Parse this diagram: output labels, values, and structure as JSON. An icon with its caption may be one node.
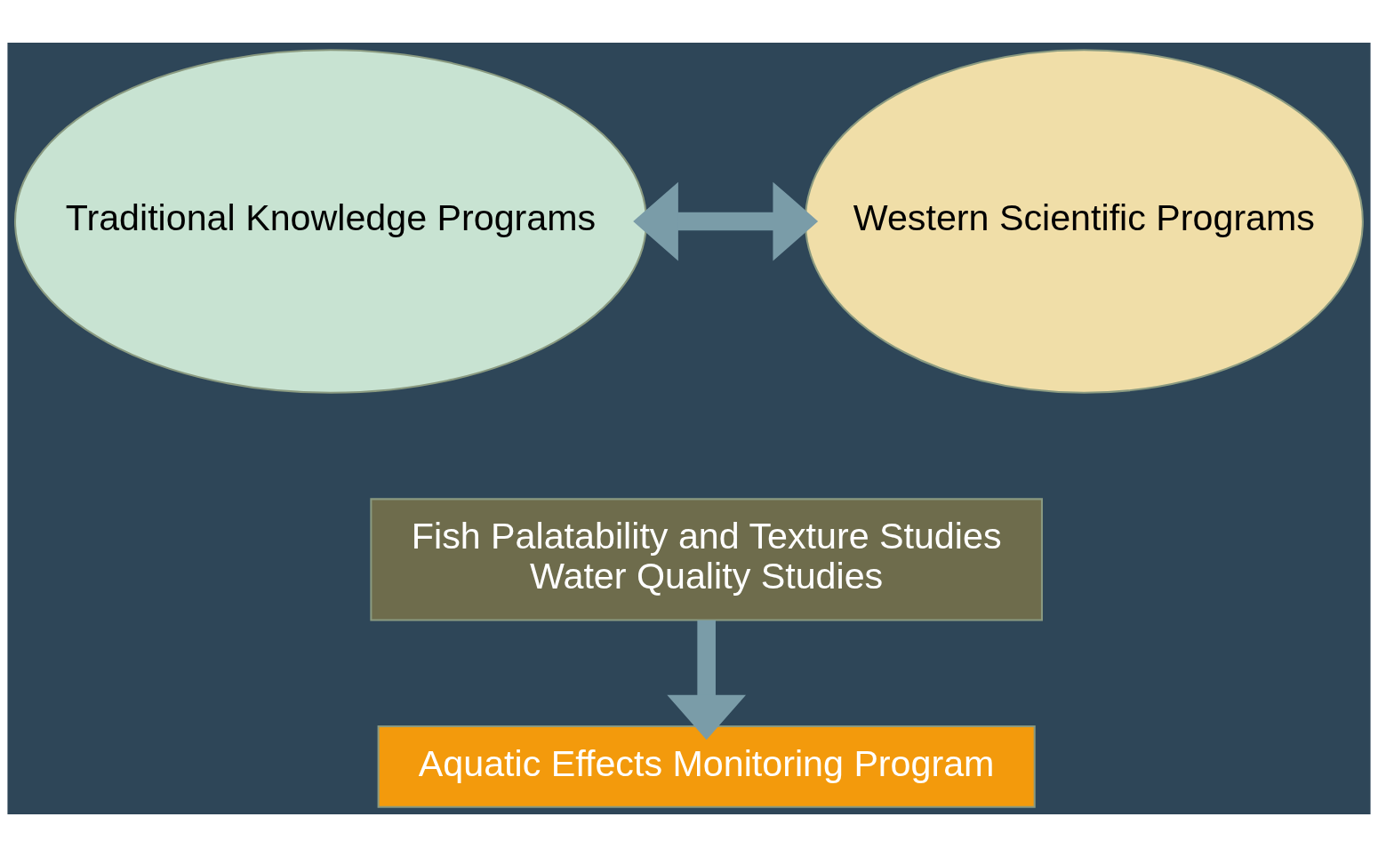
{
  "diagram": {
    "nodes": [
      {
        "text": [
          "Traditional Knowledge Programs"
        ]
      },
      {
        "text": [
          "Western Scientific Programs"
        ]
      },
      {
        "text": [
          "Fish Palatability and Texture Studies",
          "Water Quality Studies"
        ]
      },
      {
        "text": [
          "Aquatic Effects Monitoring Program"
        ]
      }
    ],
    "edges": [
      {
        "from": 0,
        "to": 1,
        "arrow": "both"
      },
      {
        "from": 2,
        "to": 3,
        "arrow": "to"
      }
    ]
  }
}
